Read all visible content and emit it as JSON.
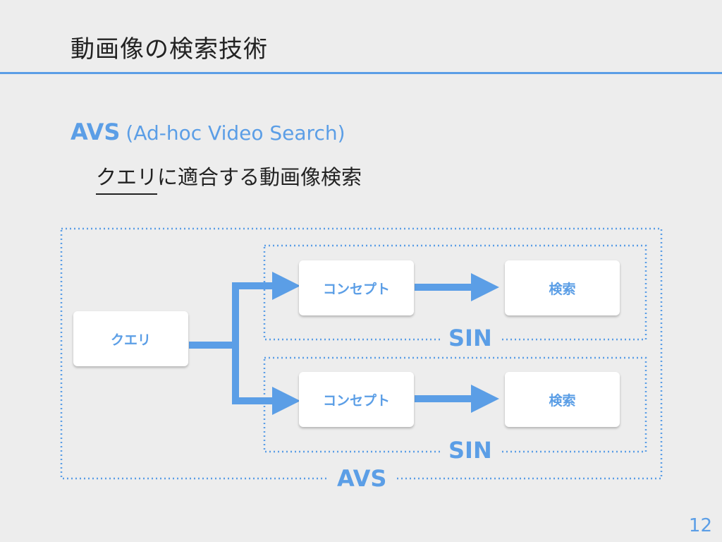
{
  "slide": {
    "title": "動画像の検索技術",
    "page_number": "12"
  },
  "heading": {
    "abbreviation": "AVS",
    "expansion": "(Ad-hoc Video Search)"
  },
  "definition": {
    "query_word": "クエリ",
    "rest": "に適合する動画像検索"
  },
  "diagram": {
    "query_box": "クエリ",
    "pipelines": [
      {
        "concept_box": "コンセプト",
        "search_box": "検索",
        "group_label": "SIN"
      },
      {
        "concept_box": "コンセプト",
        "search_box": "検索",
        "group_label": "SIN"
      }
    ],
    "outer_group_label": "AVS"
  },
  "colors": {
    "accent": "#5b9ee6",
    "background": "#ededed",
    "text": "#222222"
  }
}
